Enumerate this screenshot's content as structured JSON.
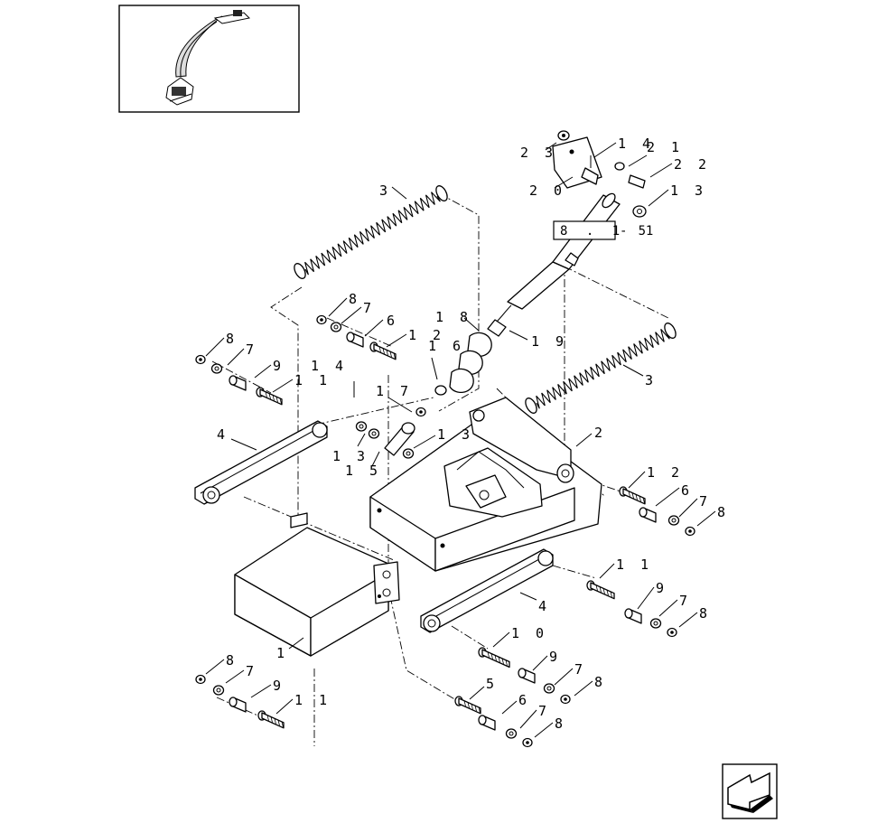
{
  "diagram": {
    "reference_box": "8 . 1 5",
    "reference_suffix": "- 1",
    "callouts": [
      {
        "id": "c1",
        "text": "1"
      },
      {
        "id": "c2",
        "text": "2"
      },
      {
        "id": "c3a",
        "text": "3"
      },
      {
        "id": "c3b",
        "text": "3"
      },
      {
        "id": "c4a",
        "text": "4"
      },
      {
        "id": "c4b",
        "text": "4"
      },
      {
        "id": "c5",
        "text": "5"
      },
      {
        "id": "c6a",
        "text": "6"
      },
      {
        "id": "c6b",
        "text": "6"
      },
      {
        "id": "c6c",
        "text": "6"
      },
      {
        "id": "c7a",
        "text": "7"
      },
      {
        "id": "c7b",
        "text": "7"
      },
      {
        "id": "c7c",
        "text": "7"
      },
      {
        "id": "c7d",
        "text": "7"
      },
      {
        "id": "c7e",
        "text": "7"
      },
      {
        "id": "c7f",
        "text": "7"
      },
      {
        "id": "c7g",
        "text": "7"
      },
      {
        "id": "c8a",
        "text": "8"
      },
      {
        "id": "c8b",
        "text": "8"
      },
      {
        "id": "c8c",
        "text": "8"
      },
      {
        "id": "c8d",
        "text": "8"
      },
      {
        "id": "c8e",
        "text": "8"
      },
      {
        "id": "c8f",
        "text": "8"
      },
      {
        "id": "c8g",
        "text": "8"
      },
      {
        "id": "c9a",
        "text": "9"
      },
      {
        "id": "c9b",
        "text": "9"
      },
      {
        "id": "c9c",
        "text": "9"
      },
      {
        "id": "c9d",
        "text": "9"
      },
      {
        "id": "c10",
        "text": "1 0"
      },
      {
        "id": "c11a",
        "text": "1 1"
      },
      {
        "id": "c11b",
        "text": "1 1"
      },
      {
        "id": "c11c",
        "text": "1 1"
      },
      {
        "id": "c12a",
        "text": "1 2"
      },
      {
        "id": "c12b",
        "text": "1 2"
      },
      {
        "id": "c13a",
        "text": "1 3"
      },
      {
        "id": "c13b",
        "text": "1 3"
      },
      {
        "id": "c13c",
        "text": "1 3"
      },
      {
        "id": "c14a",
        "text": "1 4"
      },
      {
        "id": "c14b",
        "text": "1 4"
      },
      {
        "id": "c15",
        "text": "1 5"
      },
      {
        "id": "c16",
        "text": "1 6"
      },
      {
        "id": "c17",
        "text": "1 7"
      },
      {
        "id": "c18",
        "text": "1 8"
      },
      {
        "id": "c19",
        "text": "1 9"
      },
      {
        "id": "c20",
        "text": "2 0"
      },
      {
        "id": "c21",
        "text": "2 1"
      },
      {
        "id": "c22",
        "text": "2 2"
      },
      {
        "id": "c23",
        "text": "2 3"
      }
    ]
  }
}
